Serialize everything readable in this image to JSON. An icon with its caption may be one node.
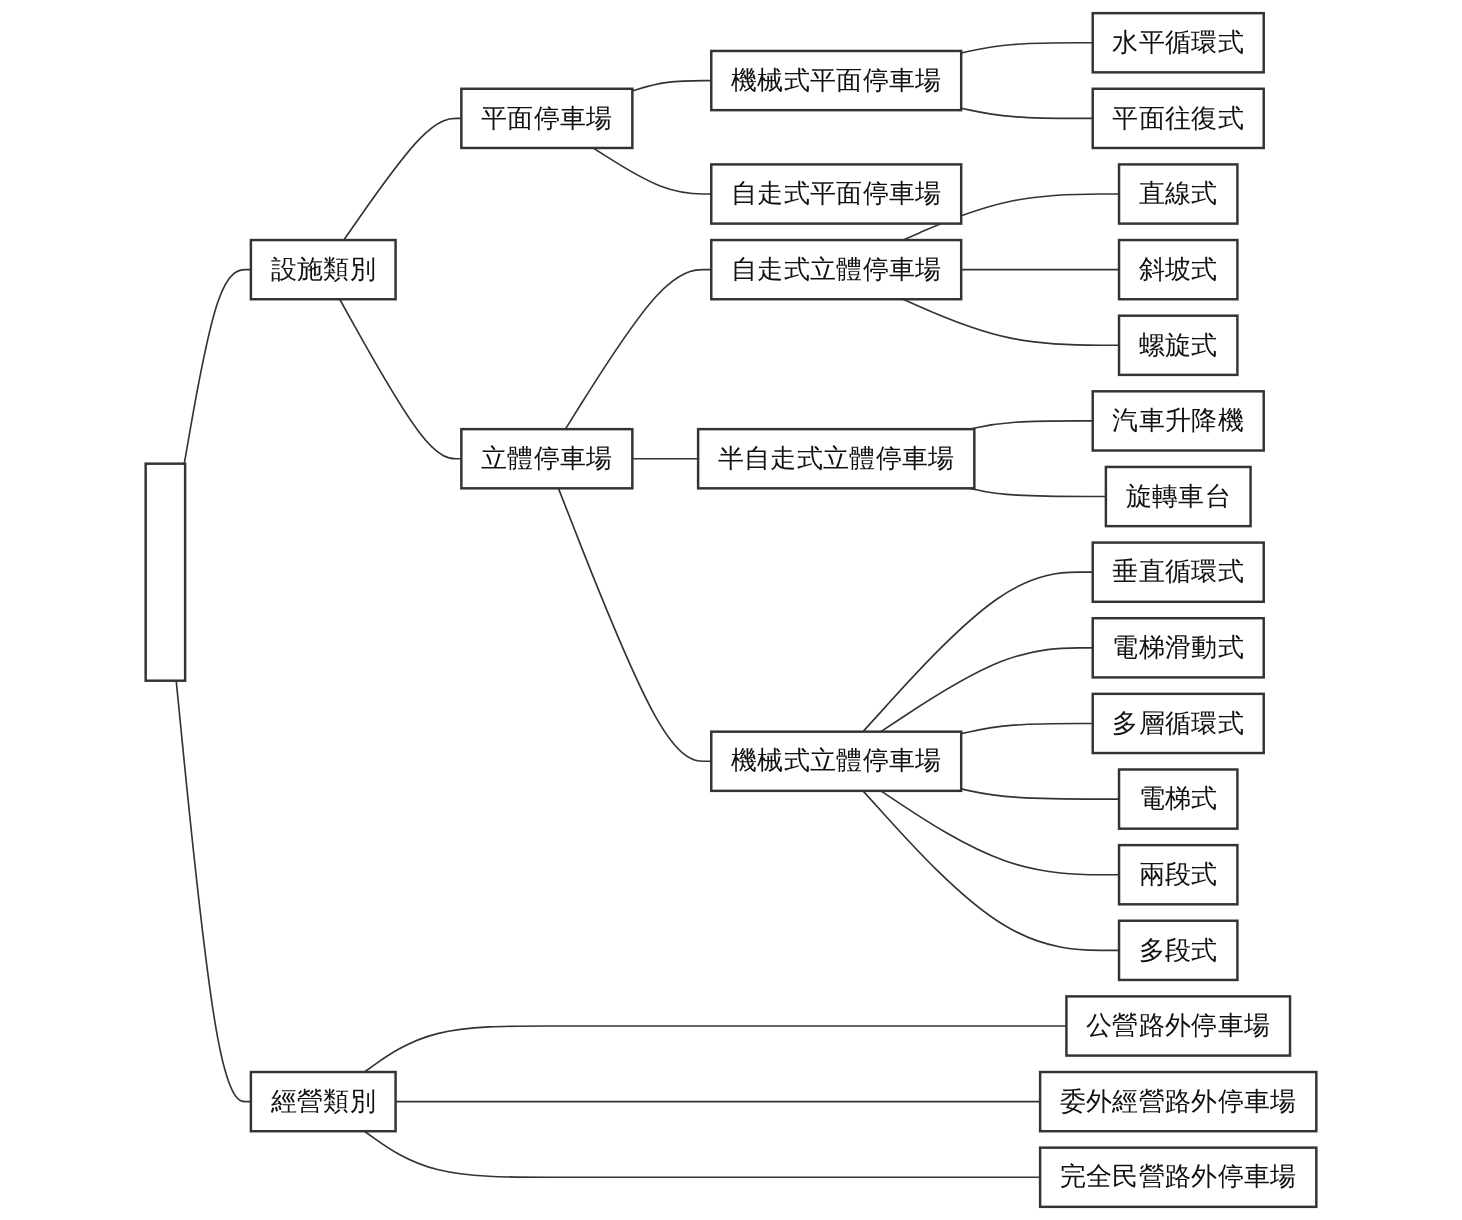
{
  "diagram": {
    "nodes": [
      {
        "text": [],
        "shape": "box"
      },
      {
        "text": [
          "設施類別"
        ]
      },
      {
        "text": [
          "平面停車場"
        ]
      },
      {
        "text": [
          "機械式平面停車場"
        ]
      },
      {
        "text": [
          "水平循環式"
        ]
      },
      {
        "text": [
          "平面往復式"
        ]
      },
      {
        "text": [
          "自走式平面停車場"
        ]
      },
      {
        "text": [
          "立體停車場"
        ]
      },
      {
        "text": [
          "自走式立體停車場"
        ]
      },
      {
        "text": [
          "直線式"
        ]
      },
      {
        "text": [
          "斜坡式"
        ]
      },
      {
        "text": [
          "螺旋式"
        ]
      },
      {
        "text": [
          "半自走式立體停車場"
        ]
      },
      {
        "text": [
          "汽車升降機"
        ]
      },
      {
        "text": [
          "旋轉車台"
        ]
      },
      {
        "text": [
          "機械式立體停車場"
        ]
      },
      {
        "text": [
          "垂直循環式"
        ]
      },
      {
        "text": [
          "電梯滑動式"
        ]
      },
      {
        "text": [
          "多層循環式"
        ]
      },
      {
        "text": [
          "電梯式"
        ]
      },
      {
        "text": [
          "兩段式"
        ]
      },
      {
        "text": [
          "多段式"
        ]
      },
      {
        "text": [
          "經營類別"
        ]
      },
      {
        "text": [
          "公營路外停車場"
        ]
      },
      {
        "text": [
          "委外經營路外停車場"
        ]
      },
      {
        "text": [
          "完全民營路外停車場"
        ]
      }
    ],
    "edges": [
      {
        "from": 0,
        "to": 1,
        "arrow": "none"
      },
      {
        "from": 1,
        "to": 2,
        "arrow": "none"
      },
      {
        "from": 2,
        "to": 3,
        "arrow": "none"
      },
      {
        "from": 3,
        "to": 4,
        "arrow": "none"
      },
      {
        "from": 3,
        "to": 5,
        "arrow": "none"
      },
      {
        "from": 2,
        "to": 6,
        "arrow": "none"
      },
      {
        "from": 1,
        "to": 7,
        "arrow": "none"
      },
      {
        "from": 7,
        "to": 8,
        "arrow": "none"
      },
      {
        "from": 8,
        "to": 9,
        "arrow": "none"
      },
      {
        "from": 8,
        "to": 10,
        "arrow": "none"
      },
      {
        "from": 8,
        "to": 11,
        "arrow": "none"
      },
      {
        "from": 7,
        "to": 12,
        "arrow": "none"
      },
      {
        "from": 12,
        "to": 13,
        "arrow": "none"
      },
      {
        "from": 12,
        "to": 14,
        "arrow": "none"
      },
      {
        "from": 7,
        "to": 15,
        "arrow": "none"
      },
      {
        "from": 15,
        "to": 16,
        "arrow": "none"
      },
      {
        "from": 15,
        "to": 17,
        "arrow": "none"
      },
      {
        "from": 15,
        "to": 18,
        "arrow": "none"
      },
      {
        "from": 15,
        "to": 19,
        "arrow": "none"
      },
      {
        "from": 15,
        "to": 20,
        "arrow": "none"
      },
      {
        "from": 15,
        "to": 21,
        "arrow": "none"
      },
      {
        "from": 0,
        "to": 22,
        "arrow": "none"
      },
      {
        "from": 22,
        "to": 23,
        "arrow": "none"
      },
      {
        "from": 22,
        "to": 24,
        "arrow": "none"
      },
      {
        "from": 22,
        "to": 25,
        "arrow": "none"
      }
    ]
  }
}
